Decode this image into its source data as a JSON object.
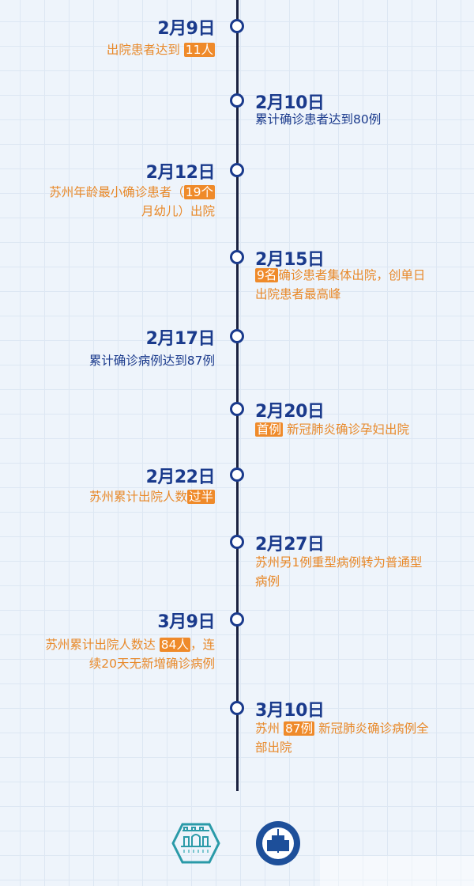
{
  "colors": {
    "navy": "#1a3a8c",
    "orange": "#e8892a",
    "highlight": "#ef8a2a"
  },
  "entries": [
    {
      "date": "2月9日",
      "side": "left",
      "color": "orange",
      "lines": [
        [
          {
            "t": "出院患者达到 "
          },
          {
            "t": "11人",
            "hl": true
          }
        ]
      ]
    },
    {
      "date": "2月10日",
      "side": "right",
      "color": "navy",
      "lines": [
        [
          {
            "t": "累计确诊患者达到80例"
          }
        ]
      ]
    },
    {
      "date": "2月12日",
      "side": "left",
      "color": "orange",
      "lines": [
        [
          {
            "t": "苏州年龄最小确诊患者（"
          },
          {
            "t": "19个",
            "hl": true
          }
        ],
        [
          {
            "t": "月幼儿）出院"
          }
        ]
      ]
    },
    {
      "date": "2月15日",
      "side": "right",
      "color": "orange",
      "lines": [
        [
          {
            "t": "9名",
            "hl": true
          },
          {
            "t": "确诊患者集体出院，创单日"
          }
        ],
        [
          {
            "t": "出院患者最高峰"
          }
        ]
      ]
    },
    {
      "date": "2月17日",
      "side": "left",
      "color": "navy",
      "lines": [
        [
          {
            "t": "累计确诊病例达到87例"
          }
        ]
      ]
    },
    {
      "date": "2月20日",
      "side": "right",
      "color": "orange",
      "lines": [
        [
          {
            "t": "首例",
            "hl": true
          },
          {
            "t": " 新冠肺炎确诊孕妇出院"
          }
        ]
      ]
    },
    {
      "date": "2月22日",
      "side": "left",
      "color": "orange",
      "lines": [
        [
          {
            "t": "苏州累计出院人数"
          },
          {
            "t": "过半",
            "hl": true
          }
        ]
      ]
    },
    {
      "date": "2月27日",
      "side": "right",
      "color": "orange",
      "lines": [
        [
          {
            "t": "苏州另1例重型病例转为普通型"
          }
        ],
        [
          {
            "t": "病例"
          }
        ]
      ]
    },
    {
      "date": "3月9日",
      "side": "left",
      "color": "orange",
      "lines": [
        [
          {
            "t": "苏州累计出院人数达 "
          },
          {
            "t": "84人",
            "hl": true
          },
          {
            "t": "，连"
          }
        ],
        [
          {
            "t": "续20天无新增确诊病例"
          }
        ]
      ]
    },
    {
      "date": "3月10日",
      "side": "right",
      "color": "orange",
      "lines": [
        [
          {
            "t": "苏州 "
          },
          {
            "t": "87例",
            "hl": true
          },
          {
            "t": " 新冠肺炎确诊病例全"
          }
        ],
        [
          {
            "t": "部出院"
          }
        ]
      ]
    }
  ],
  "logos": [
    "suzhou-city-logo",
    "health-commission-seal"
  ]
}
